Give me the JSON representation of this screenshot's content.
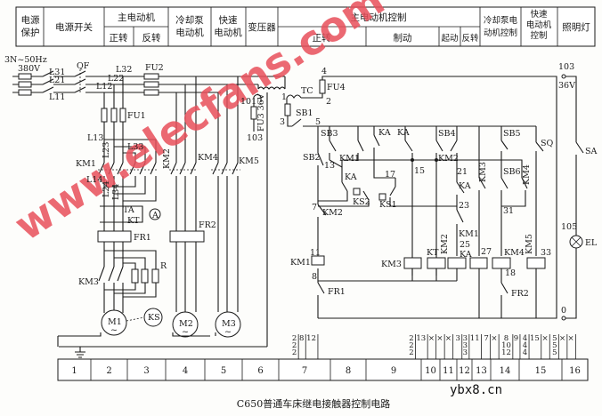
{
  "header": {
    "power_protection": [
      "电源",
      "保护"
    ],
    "power_switch": "电源开关",
    "main_motor": "主电动机",
    "main_forward": "正转",
    "main_reverse": "反转",
    "coolant_pump_motor": [
      "冷却泵",
      "电动机"
    ],
    "rapid_motor": [
      "快速",
      "电动机"
    ],
    "transformer": "变压器",
    "main_motor_control": "主电动机控制",
    "ctrl_forward": "正转",
    "ctrl_brake": "制动",
    "ctrl_start": "起动",
    "ctrl_reverse": "反转",
    "coolant_pump_control": [
      "冷却泵电",
      "动机控制"
    ],
    "rapid_motor_control": [
      "快速",
      "电动机",
      "控制"
    ],
    "lighting": "照明灯"
  },
  "labels": {
    "freq": "3N~50Hz",
    "voltage": "380V",
    "qf": "QF",
    "l31": "L31",
    "l21": "L21",
    "l11": "L11",
    "l32": "L32",
    "l22": "L22",
    "l12": "L12",
    "fu2": "FU2",
    "fu1": "FU1",
    "l13": "L13",
    "l23": "L23",
    "l33": "L33",
    "km1": "KM1",
    "l14": "L14",
    "l24": "L24",
    "l34": "L34",
    "km2": "KM2",
    "km4": "KM4",
    "km5": "KM5",
    "ta": "TA",
    "kt": "KT",
    "ammeter": "A",
    "fr1": "FR1",
    "fr2": "FR2",
    "r": "R",
    "km3": "KM3",
    "m1": "M1",
    "ks": "KS",
    "m2": "M2",
    "m3": "M3",
    "m1_ac": "~",
    "m2_ac": "~",
    "m3_ac": "~",
    "n101": "101",
    "fu3": "FU3 36V",
    "n103": "103",
    "tc": "TC",
    "fu4": "FU4",
    "n4": "4",
    "n2": "2",
    "n1": "1",
    "n3": "3",
    "sb1": "SB1",
    "n5": "5",
    "sb3": "SB3",
    "sb2": "SB2",
    "km1_no": "KM1",
    "n13": "13",
    "ka_1": "KA",
    "ks2": "KS2",
    "n17": "17",
    "ks1": "KS1",
    "ka_2": "KA",
    "ka_3": "KA",
    "n15": "15",
    "sb4": "SB4",
    "km2_no": "KM2",
    "n21": "21",
    "ka_4": "KA",
    "km3_no": "KM3",
    "sb5": "SB5",
    "sq": "SQ",
    "sb6": "SB6",
    "km4_no": "KM4",
    "n7": "7",
    "km2_nc": "KM2",
    "n23": "23",
    "km1_nc": "KM1",
    "n31": "31",
    "n11": "11",
    "km1_coil": "KM1",
    "km3_coil": "KM3",
    "kt_coil": "KT",
    "km2_coil": "KM2",
    "n25": "25",
    "ka_coil": "KA",
    "n27": "27",
    "km4_coil": "KM4",
    "km5_coil": "KM5",
    "n33": "33",
    "n8": "8",
    "fr1_nc": "FR1",
    "n18": "18",
    "fr2_nc": "FR2",
    "n103_light": "103",
    "v36": "36V",
    "sa": "SA",
    "n105": "105",
    "el": "EL",
    "n0": "0"
  },
  "zones": [
    "1",
    "2",
    "3",
    "4",
    "5",
    "6",
    "7",
    "8",
    "9",
    "10",
    "11",
    "12",
    "13",
    "14",
    "15",
    "16"
  ],
  "zone_refs": [
    {
      "zone": "7",
      "cols": [
        [
          "2",
          "2",
          "2"
        ],
        [
          "8"
        ],
        [
          "12"
        ]
      ]
    },
    {
      "zone": "10",
      "cols": [
        [
          "2",
          "2",
          "2"
        ],
        [
          "13"
        ],
        [
          "×"
        ],
        [
          "×"
        ],
        [
          "×"
        ]
      ]
    },
    {
      "zone": "11",
      "cols": [
        [
          "3"
        ],
        [
          "3",
          "3",
          "3"
        ],
        [
          "11"
        ]
      ]
    },
    {
      "zone": "12",
      "cols": [
        [
          "7"
        ],
        [
          "×"
        ]
      ]
    },
    {
      "zone": "13",
      "cols": [
        [
          "8",
          "10",
          "12"
        ],
        [
          "9"
        ]
      ]
    },
    {
      "zone": "14",
      "cols": [
        [
          "4",
          "4",
          "4"
        ],
        [
          "15"
        ],
        [
          "×"
        ]
      ]
    },
    {
      "zone": "15",
      "cols": [
        [
          "5",
          "5",
          "5"
        ],
        [
          "×"
        ],
        [
          "×"
        ]
      ]
    }
  ],
  "caption": "C650普通车床继电接触器控制电路",
  "watermark": "www.elecfans.com",
  "site_mark": "ybx8.cn",
  "colors": {
    "ink": "#1a1a1a",
    "watermark": "#e8505b"
  }
}
